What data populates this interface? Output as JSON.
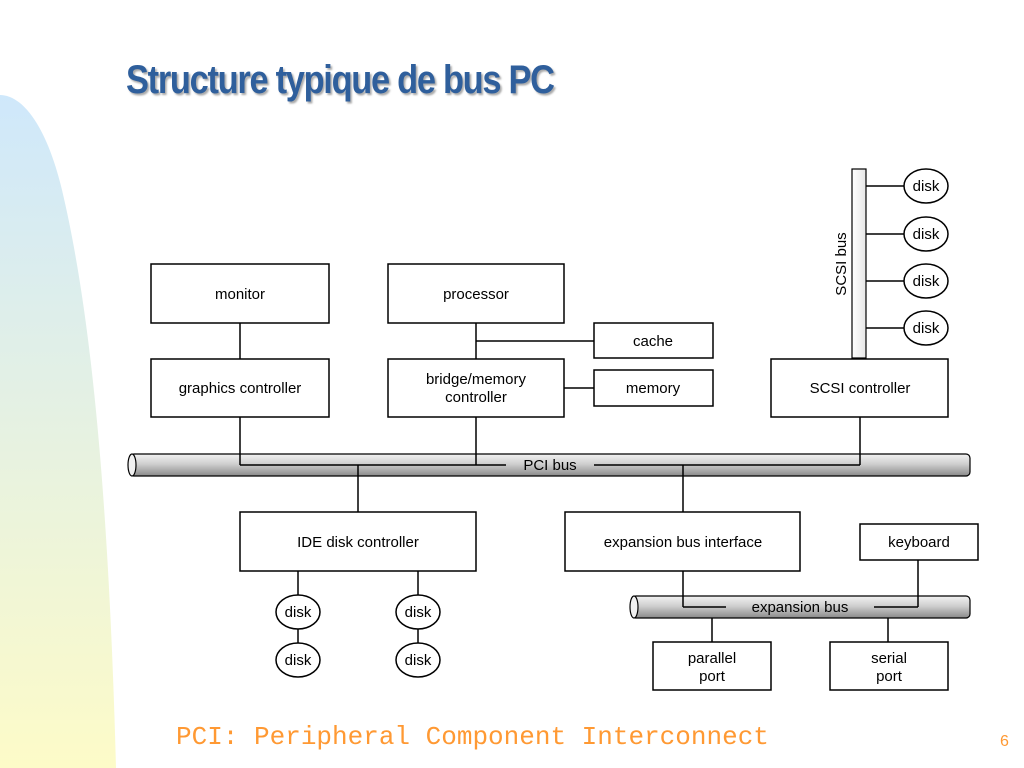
{
  "slide": {
    "title": "Structure typique de bus PC",
    "footer": "PCI: Peripheral Component Interconnect",
    "page_number": "6",
    "colors": {
      "title": "#2f5f9c",
      "footer": "#ff9933",
      "decor_top": "#cfe8fb",
      "decor_bottom": "#fdfbc8"
    }
  },
  "diagram": {
    "nodes": {
      "monitor": "monitor",
      "processor": "processor",
      "cache": "cache",
      "graphics_controller": "graphics controller",
      "bridge_line1": "bridge/memory",
      "bridge_line2": "controller",
      "memory": "memory",
      "scsi_controller": "SCSI controller",
      "ide_disk_controller": "IDE disk controller",
      "expansion_bus_interface": "expansion bus interface",
      "keyboard": "keyboard",
      "parallel_line1": "parallel",
      "parallel_line2": "port",
      "serial_line1": "serial",
      "serial_line2": "port",
      "disk": "disk"
    },
    "buses": {
      "pci": "PCI bus",
      "expansion": "expansion bus",
      "scsi": "SCSI bus"
    }
  }
}
